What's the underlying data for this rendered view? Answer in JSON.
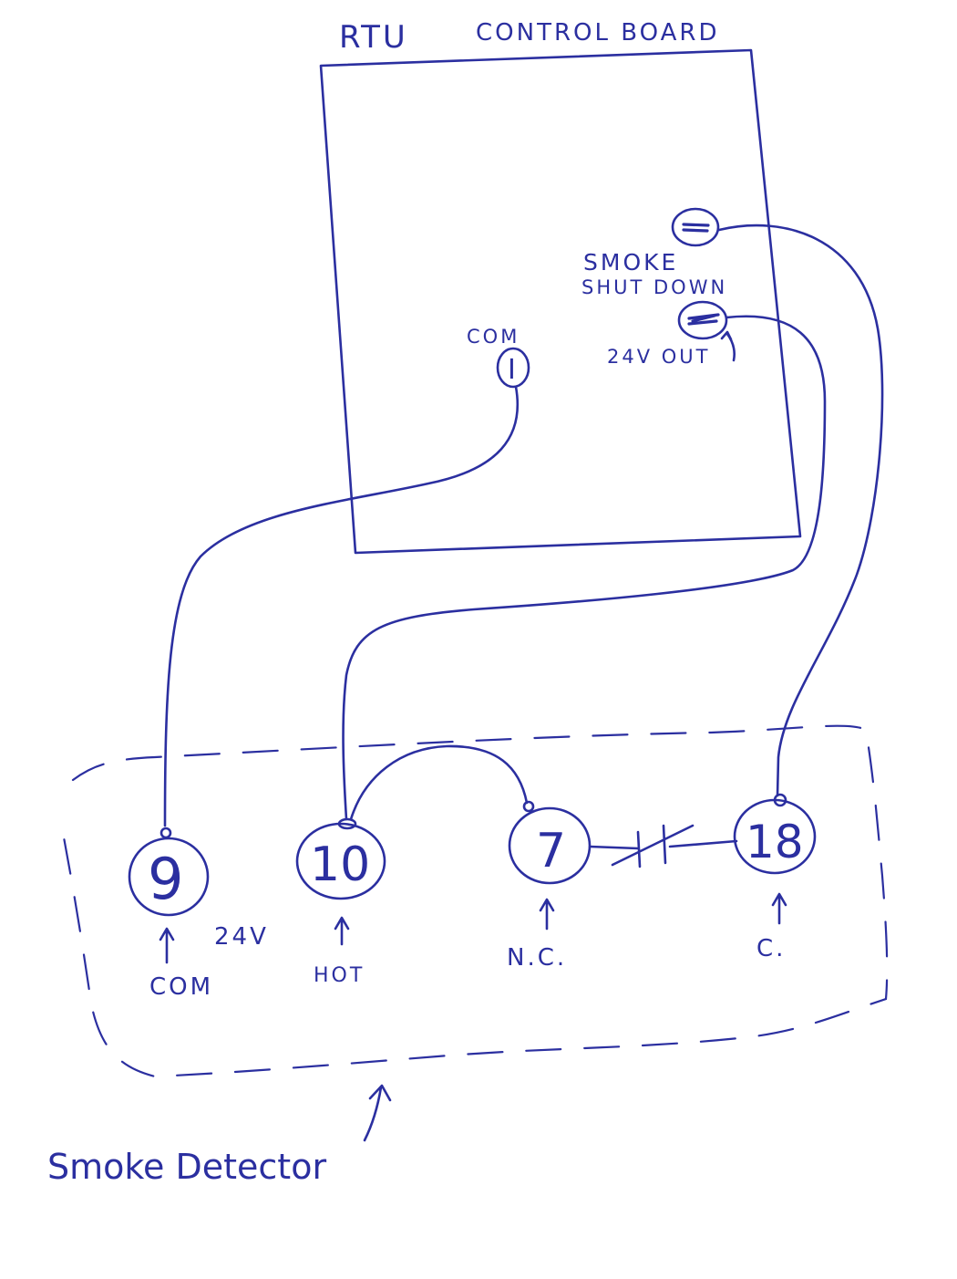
{
  "diagram": {
    "title": {
      "left": "RTU",
      "right": "CONTROL BOARD"
    },
    "board_terminals": {
      "com_label": "COM",
      "com_mark": "I",
      "smoke_label_line1": "SMOKE",
      "smoke_label_line2": "SHUT DOWN",
      "out_label": "24V OUT"
    },
    "detector_terminals": [
      {
        "number": "9",
        "caption": "COM",
        "side_note": "24V"
      },
      {
        "number": "10",
        "caption": "HOT"
      },
      {
        "number": "7",
        "caption": "N.C."
      },
      {
        "number": "18",
        "caption": "C."
      }
    ],
    "detector_label": "Smoke Detector",
    "ink_color": "#2b2fa0"
  }
}
